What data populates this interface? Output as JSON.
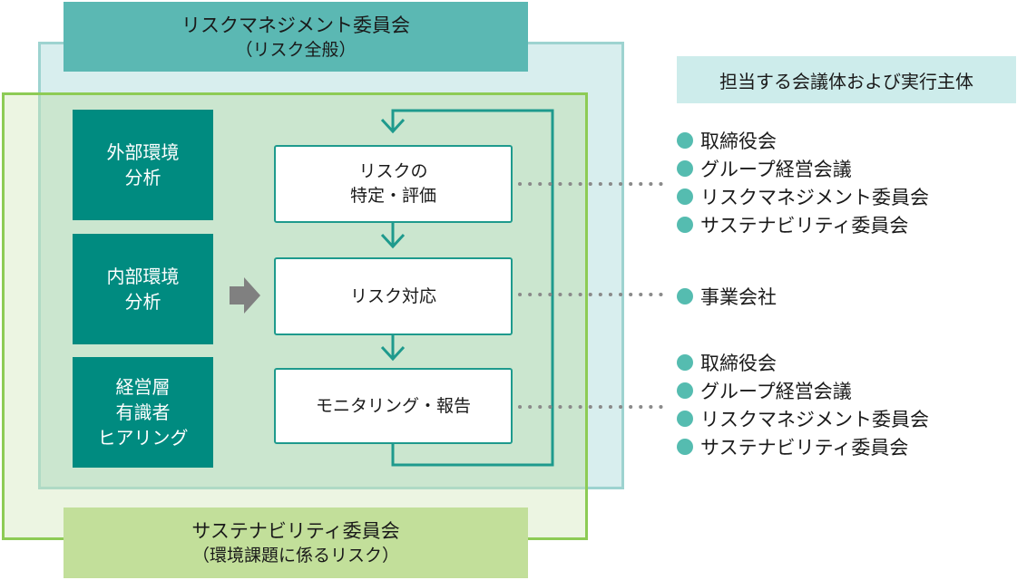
{
  "risk_committee": {
    "title": "リスクマネジメント委員会",
    "subtitle": "（リスク全般）"
  },
  "sustainability_committee": {
    "title": "サステナビリティ委員会",
    "subtitle": "（環境課題に係るリスク）"
  },
  "inputs": [
    {
      "lines": [
        "外部環境",
        "分析"
      ]
    },
    {
      "lines": [
        "内部環境",
        "分析"
      ]
    },
    {
      "lines": [
        "経営層",
        "有識者",
        "ヒアリング"
      ]
    }
  ],
  "steps": [
    {
      "lines": [
        "リスクの",
        "特定・評価"
      ]
    },
    {
      "lines": [
        "リスク対応"
      ]
    },
    {
      "lines": [
        "モニタリング・報告"
      ]
    }
  ],
  "entities_header": "担当する会議体および実行主体",
  "entity_groups": [
    [
      "取締役会",
      "グループ経営会議",
      "リスクマネジメント委員会",
      "サステナビリティ委員会"
    ],
    [
      "事業会社"
    ],
    [
      "取締役会",
      "グループ経営会議",
      "リスクマネジメント委員会",
      "サステナビリティ委員会"
    ]
  ],
  "colors": {
    "teal_dark": "#008b80",
    "teal_header": "#5bb8b3",
    "teal_frame": "#9dd3d0",
    "green_frame": "#8dcb55",
    "green_header": "#c2df9a",
    "cycle_line": "#1e9a8d",
    "dot_line": "#8a8a8a",
    "arrow_gray": "#808080"
  }
}
